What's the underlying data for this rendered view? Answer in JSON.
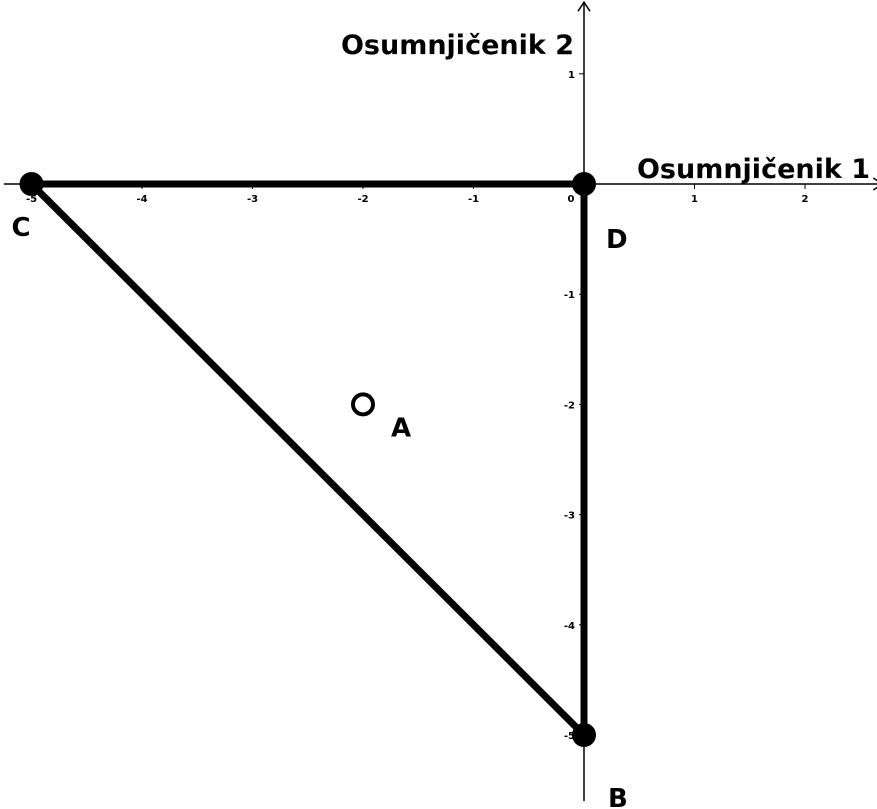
{
  "diagram": {
    "axes": {
      "x_title": "Osumnjičenik 1",
      "y_title": "Osumnjičenik 2",
      "x_ticks": [
        {
          "value": -5,
          "label": "-5"
        },
        {
          "value": -4,
          "label": "-4"
        },
        {
          "value": -3,
          "label": "-3"
        },
        {
          "value": -2,
          "label": "-2"
        },
        {
          "value": -1,
          "label": "-1"
        },
        {
          "value": 0,
          "label": "0"
        },
        {
          "value": 1,
          "label": "1"
        },
        {
          "value": 2,
          "label": "2"
        }
      ],
      "y_ticks": [
        {
          "value": 1,
          "label": "1"
        },
        {
          "value": -1,
          "label": "-1"
        },
        {
          "value": -2,
          "label": "-2"
        },
        {
          "value": -3,
          "label": "-3"
        },
        {
          "value": -4,
          "label": "-4"
        },
        {
          "value": -5,
          "label": "-5"
        }
      ],
      "x_range": [
        -5.25,
        2.7
      ],
      "y_range": [
        -5.6,
        1.65
      ]
    },
    "points": [
      {
        "id": "C",
        "label": "C",
        "x": -5,
        "y": 0,
        "filled": true
      },
      {
        "id": "D",
        "label": "D",
        "x": 0,
        "y": 0,
        "filled": true
      },
      {
        "id": "B",
        "label": "B",
        "x": 0,
        "y": -5,
        "filled": true
      },
      {
        "id": "A",
        "label": "A",
        "x": -2,
        "y": -2,
        "filled": false
      }
    ],
    "segments": [
      {
        "from": "C",
        "to": "D"
      },
      {
        "from": "D",
        "to": "B"
      },
      {
        "from": "C",
        "to": "B"
      }
    ],
    "colors": {
      "ink": "#000000",
      "background": "#ffffff"
    }
  }
}
